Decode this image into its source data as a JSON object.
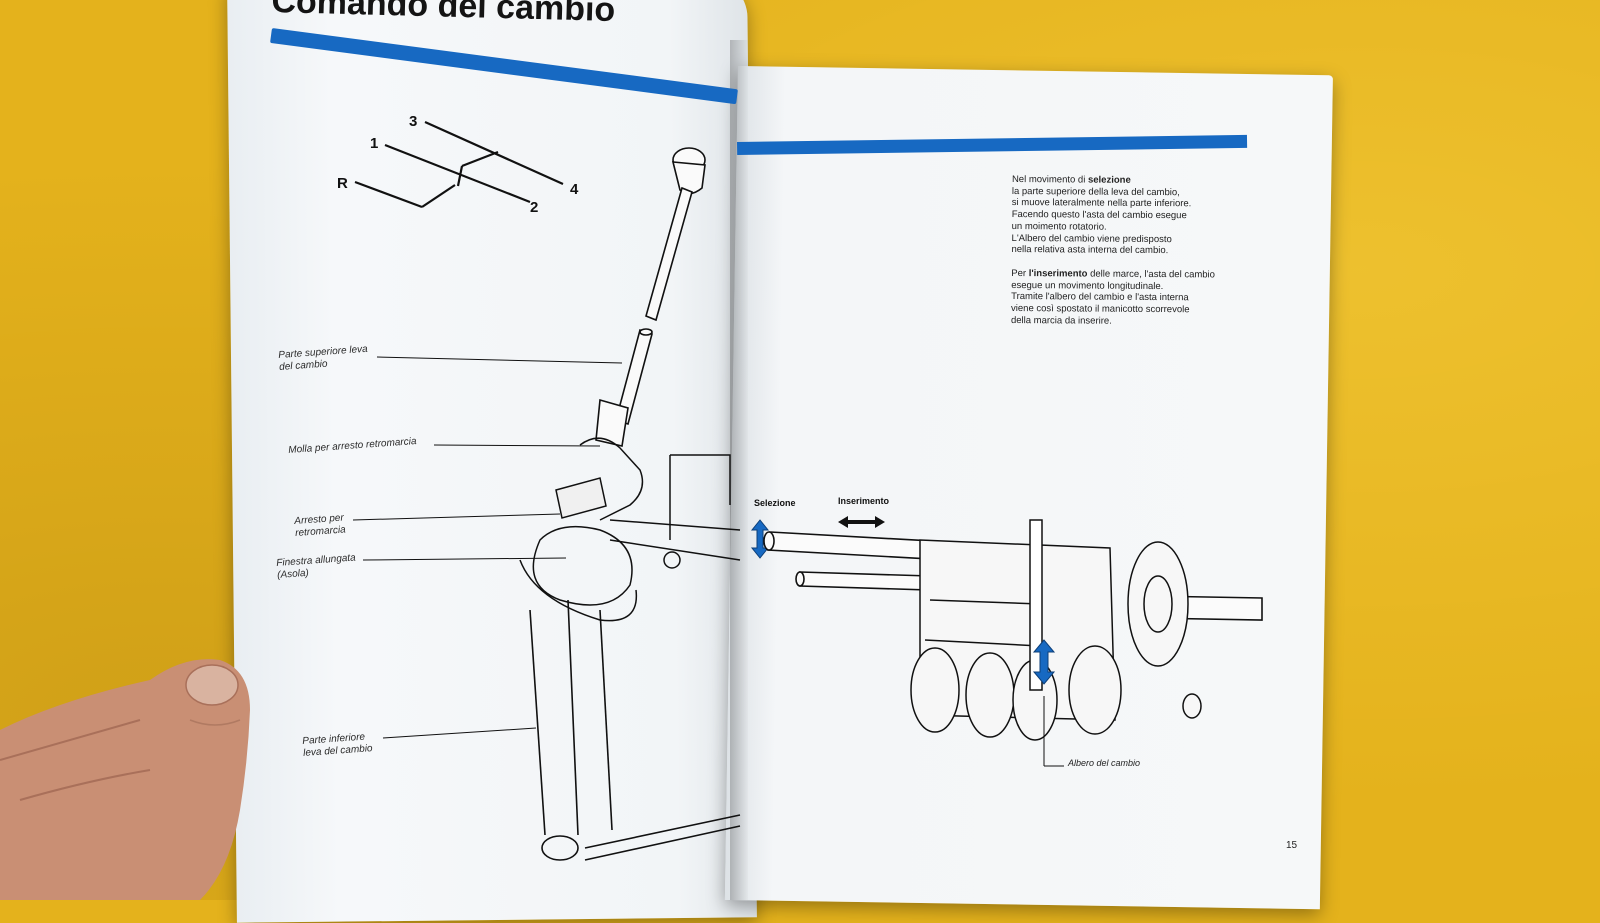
{
  "title": "Comando del cambio",
  "gear_pattern": {
    "r": "R",
    "g1": "1",
    "g2": "2",
    "g3": "3",
    "g4": "4"
  },
  "callouts": {
    "upper_lever": [
      "Parte superiore leva",
      "del cambio"
    ],
    "spring": "Molla per arresto retromarcia",
    "reverse_stop": [
      "Arresto per",
      "retromarcia"
    ],
    "slot": [
      "Finestra allungata",
      "(Asola)"
    ],
    "lower_lever": [
      "Parte inferiore",
      "leva del cambio"
    ]
  },
  "description": {
    "p1": {
      "lead": "Nel movimento di ",
      "keyword": "selezione",
      "lines": [
        "la parte superiore della leva del cambio,",
        "si muove lateralmente nella parte inferiore.",
        "Facendo questo l'asta del cambio esegue",
        "un moimento rotatorio.",
        "L'Albero del cambio viene predisposto",
        "nella relativa asta interna del cambio."
      ]
    },
    "p2": {
      "lead": "Per ",
      "keyword": "l'inserimento",
      "tail": " delle marce, l'asta del cambio",
      "lines": [
        "esegue un movimento longitudinale.",
        "Tramite l'albero del cambio e l'asta interna",
        "viene così spostato il manicotto scorrevole",
        "della marcia da inserire."
      ]
    }
  },
  "diagram_labels": {
    "selection": "Selezione",
    "insertion": "Inserimento",
    "shaft": "Albero del cambio"
  },
  "page_number": "15",
  "colors": {
    "accent_blue": "#1769c2",
    "background": "#e4b21c"
  }
}
